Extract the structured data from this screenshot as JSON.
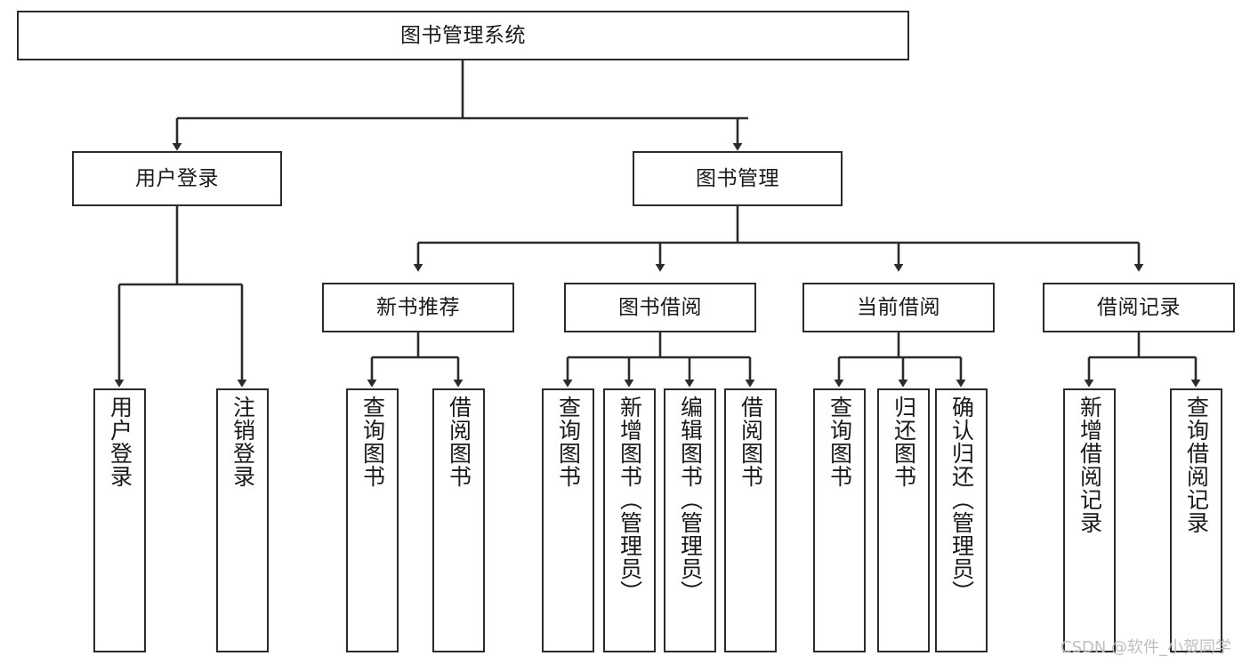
{
  "diagram": {
    "title": "图书管理系统",
    "type": "tree",
    "stroke_color": "#2b2b2b",
    "fill_color": "#ffffff",
    "text_color": "#1a1a1a",
    "nodes": {
      "root": {
        "label": "图书管理系统"
      },
      "level1": [
        {
          "label": "用户登录"
        },
        {
          "label": "图书管理"
        }
      ],
      "level2": [
        {
          "label": "新书推荐"
        },
        {
          "label": "图书借阅"
        },
        {
          "label": "当前借阅"
        },
        {
          "label": "借阅记录"
        }
      ],
      "leaves": {
        "user_login": [
          {
            "label": "用户登录"
          },
          {
            "label": "注销登录"
          }
        ],
        "new_book": [
          {
            "label": "查询图书"
          },
          {
            "label": "借阅图书"
          }
        ],
        "book_borrow": [
          {
            "label": "查询图书"
          },
          {
            "label": "新增图书（管理员）"
          },
          {
            "label": "编辑图书（管理员）"
          },
          {
            "label": "借阅图书"
          }
        ],
        "current_borrow": [
          {
            "label": "查询图书"
          },
          {
            "label": "归还图书"
          },
          {
            "label": "确认归还（管理员）"
          }
        ],
        "borrow_record": [
          {
            "label": "新增借阅记录"
          },
          {
            "label": "查询借阅记录"
          }
        ]
      }
    }
  },
  "watermark": {
    "text": "CSDN @软件_小贺同学",
    "color": "#bfbfbf"
  }
}
